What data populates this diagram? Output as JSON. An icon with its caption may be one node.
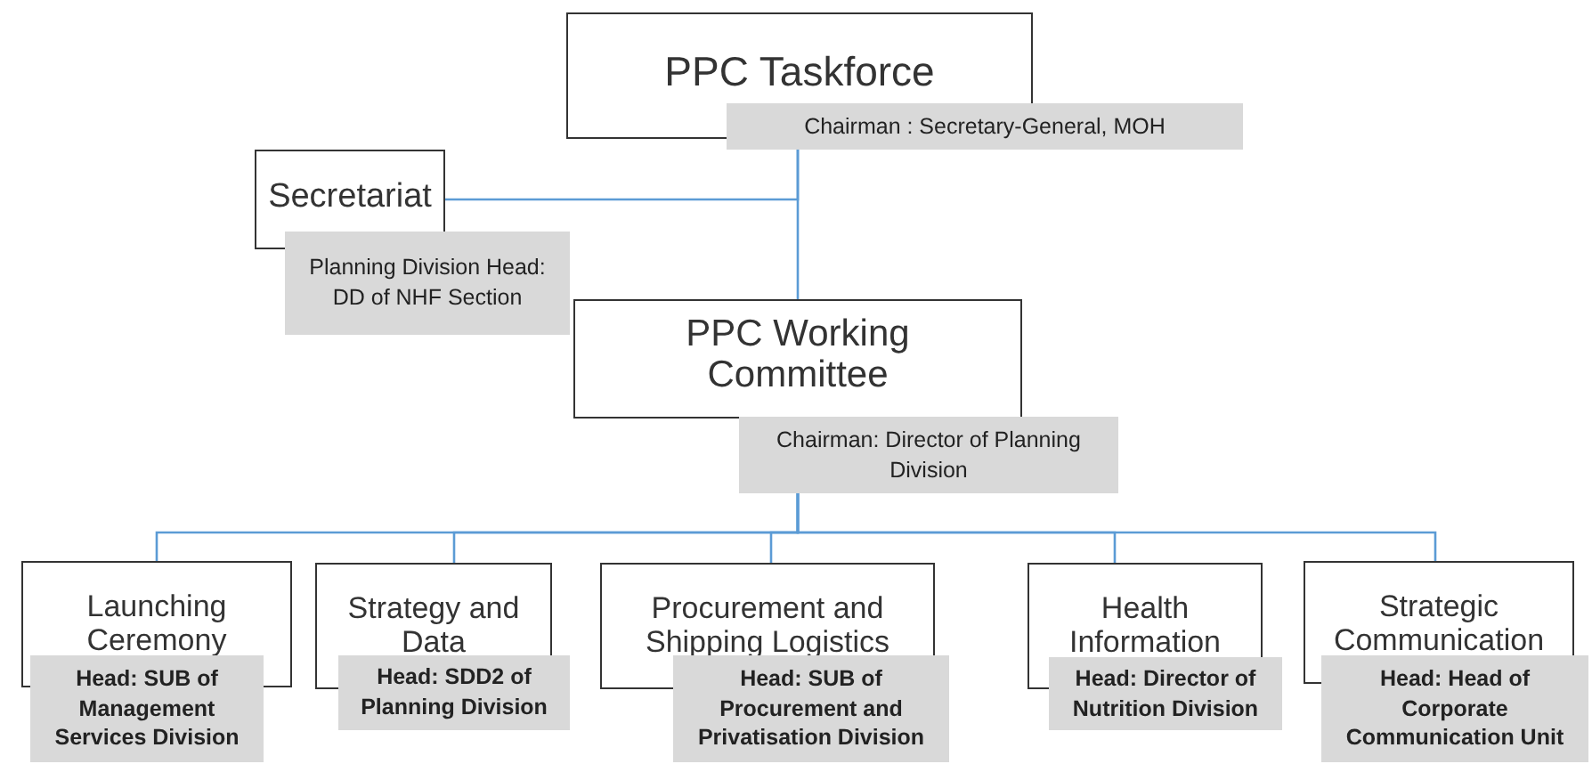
{
  "diagram": {
    "nodes": [
      {
        "text": [
          "PPC Taskforce",
          "Chairman : Secretary-General, MOH"
        ]
      },
      {
        "text": [
          "Secretariat",
          "Planning Division Head: DD of NHF Section"
        ]
      },
      {
        "text": [
          "PPC Working Committee",
          "Chairman: Director of Planning Division"
        ]
      },
      {
        "text": [
          "Launching Ceremony",
          "Head: SUB of Management Services Division"
        ]
      },
      {
        "text": [
          "Strategy and Data",
          "Head: SDD2 of Planning Division"
        ]
      },
      {
        "text": [
          "Procurement and Shipping Logistics",
          "Head: SUB of Procurement and Privatisation Division"
        ]
      },
      {
        "text": [
          "Health Information",
          "Head: Director of Nutrition Division"
        ]
      },
      {
        "text": [
          "Strategic Communication",
          "Head: Head of Corporate Communication Unit"
        ]
      }
    ],
    "edges": [
      {
        "from": 0,
        "to": 2,
        "arrow": "none"
      },
      {
        "from": 0,
        "to": 1,
        "arrow": "none"
      },
      {
        "from": 2,
        "to": 3,
        "arrow": "none"
      },
      {
        "from": 2,
        "to": 4,
        "arrow": "none"
      },
      {
        "from": 2,
        "to": 5,
        "arrow": "none"
      },
      {
        "from": 2,
        "to": 6,
        "arrow": "none"
      },
      {
        "from": 2,
        "to": 7,
        "arrow": "none"
      }
    ]
  }
}
